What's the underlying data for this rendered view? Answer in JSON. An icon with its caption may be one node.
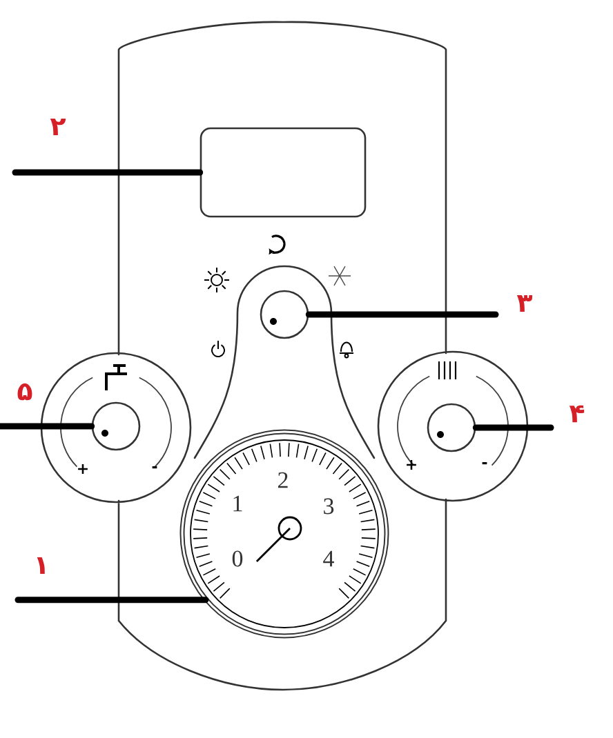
{
  "diagram": {
    "nodes": [
      {
        "text": [
          "۲"
        ]
      },
      {
        "text": [],
        "shape": "box"
      },
      {
        "text": [
          "۳"
        ]
      },
      {
        "text": [],
        "shape": "circle"
      },
      {
        "text": [
          "۵"
        ]
      },
      {
        "text": [],
        "shape": "circle"
      },
      {
        "text": [
          "۴"
        ]
      },
      {
        "text": [],
        "shape": "circle"
      },
      {
        "text": [
          "۱"
        ]
      },
      {
        "text": [],
        "shape": "circle"
      }
    ],
    "edges": [
      {
        "from": 0,
        "to": 1,
        "arrow": "none"
      },
      {
        "from": 2,
        "to": 3,
        "arrow": "none"
      },
      {
        "from": 4,
        "to": 5,
        "arrow": "none"
      },
      {
        "from": 6,
        "to": 7,
        "arrow": "none"
      },
      {
        "from": 8,
        "to": 9,
        "arrow": "none"
      }
    ],
    "labels": [
      "+",
      "-",
      "+",
      "-",
      "2",
      "1",
      "3",
      "0",
      "4"
    ]
  }
}
